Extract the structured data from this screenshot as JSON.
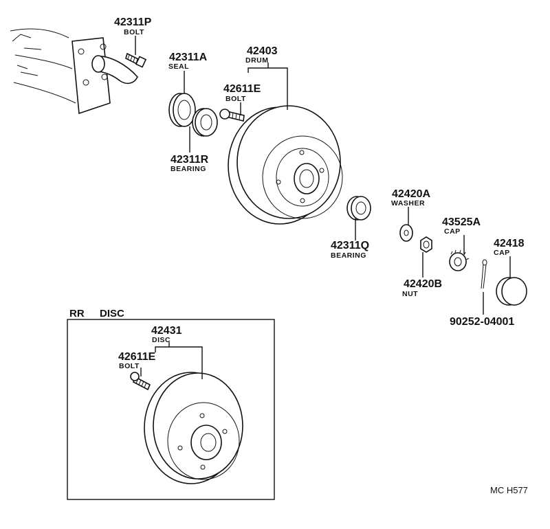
{
  "parts": [
    {
      "id": "p1",
      "number": "42311P",
      "name": "BOLT"
    },
    {
      "id": "p2",
      "number": "42311A",
      "name": "SEAL"
    },
    {
      "id": "p3",
      "number": "42403",
      "name": "DRUM"
    },
    {
      "id": "p4",
      "number": "42611E",
      "name": "BOLT"
    },
    {
      "id": "p5",
      "number": "42311R",
      "name": "BEARING"
    },
    {
      "id": "p6",
      "number": "42311Q",
      "name": "BEARING"
    },
    {
      "id": "p7",
      "number": "42420A",
      "name": "WASHER"
    },
    {
      "id": "p8",
      "number": "43525A",
      "name": "CAP"
    },
    {
      "id": "p9",
      "number": "42418",
      "name": "CAP"
    },
    {
      "id": "p10",
      "number": "42420B",
      "name": "NUT"
    },
    {
      "id": "p11",
      "number": "90252-04001",
      "name": ""
    }
  ],
  "inset": {
    "header_1": "RR",
    "header_2": "DISC",
    "parts": [
      {
        "id": "i1",
        "number": "42431",
        "name": "DISC"
      },
      {
        "id": "i2",
        "number": "42611E",
        "name": "BOLT"
      }
    ]
  },
  "figure_code": "MC H577"
}
